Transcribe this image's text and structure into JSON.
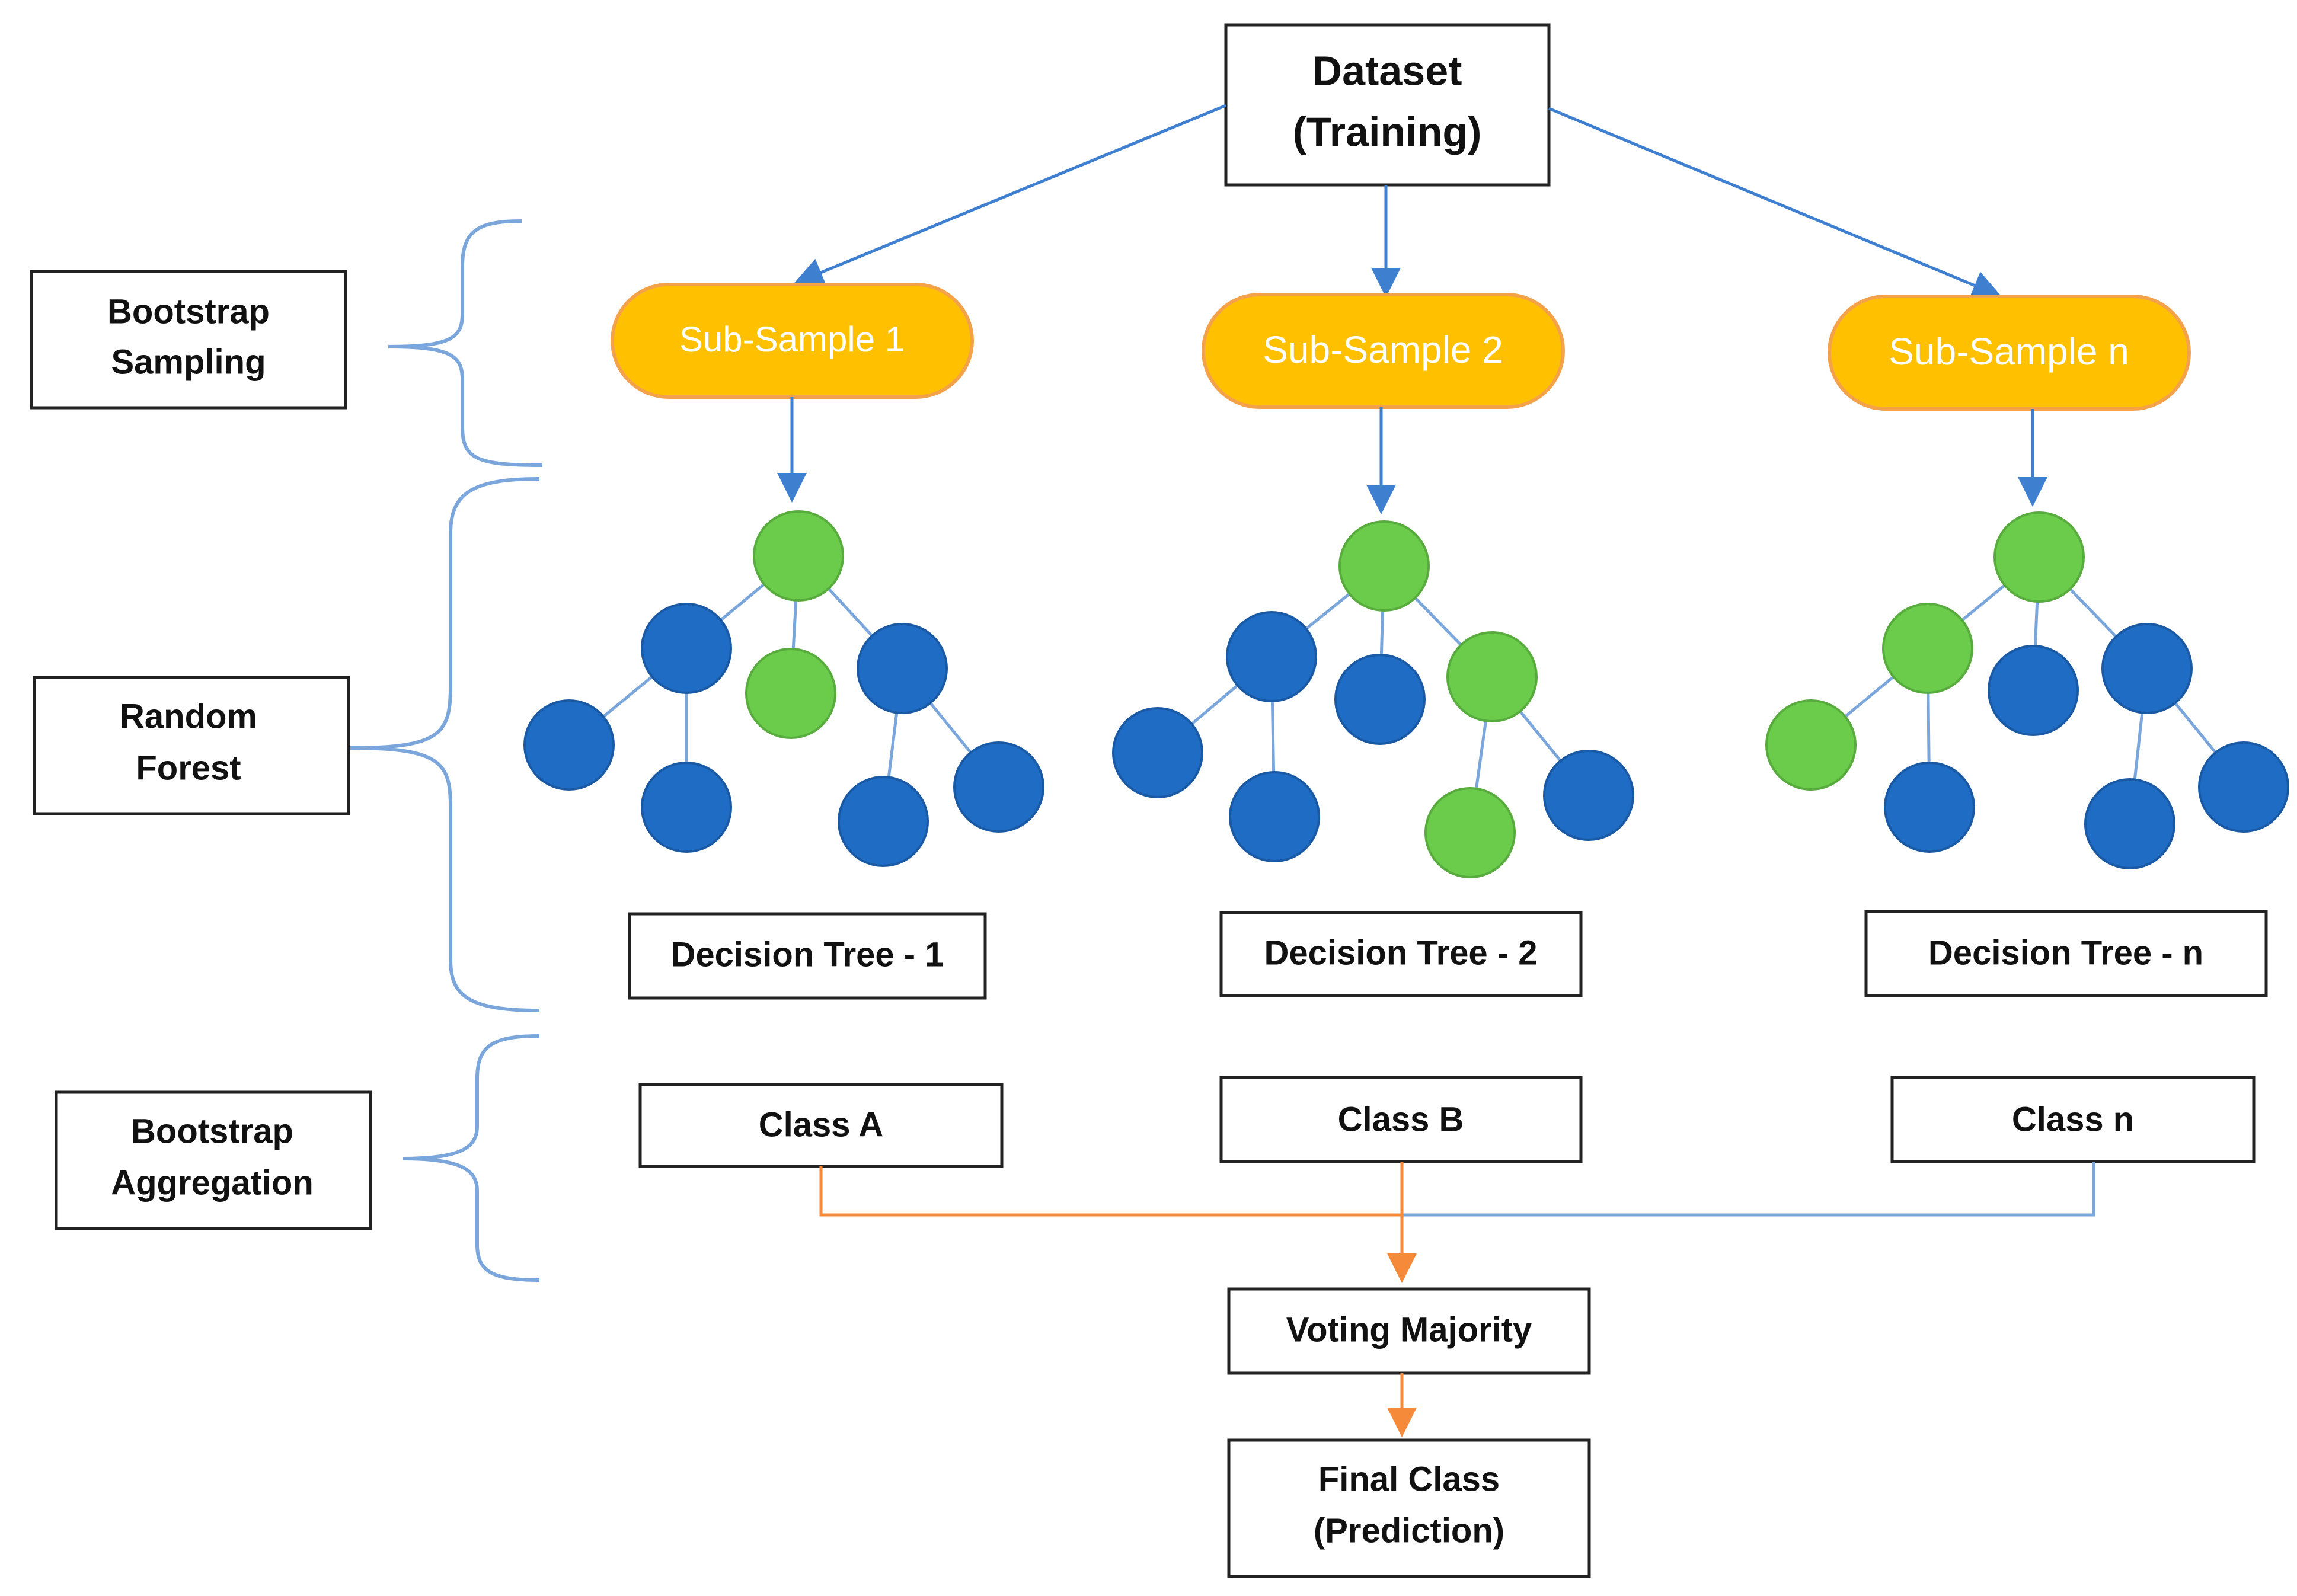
{
  "dataset": {
    "line1": "Dataset",
    "line2": "(Training)"
  },
  "stage_labels": [
    {
      "line1": "Bootstrap",
      "line2": "Sampling"
    },
    {
      "line1": "Random",
      "line2": "Forest"
    },
    {
      "line1": "Bootstrap",
      "line2": "Aggregation"
    }
  ],
  "subsamples": [
    "Sub-Sample 1",
    "Sub-Sample 2",
    "Sub-Sample n"
  ],
  "trees": [
    "Decision Tree - 1",
    "Decision Tree - 2",
    "Decision Tree - n"
  ],
  "classes": [
    "Class A",
    "Class B",
    "Class n"
  ],
  "voting": "Voting Majority",
  "final": {
    "line1": "Final Class",
    "line2": "(Prediction)"
  },
  "colors": {
    "node_green": "#6acc4a",
    "node_blue": "#1f6cc5",
    "pill_fill": "#ffc000",
    "pill_border": "#f4a24a",
    "arrow_blue": "#3f7fd0",
    "arrow_orange": "#f58a3a",
    "brace_blue": "#7aa6dc"
  }
}
